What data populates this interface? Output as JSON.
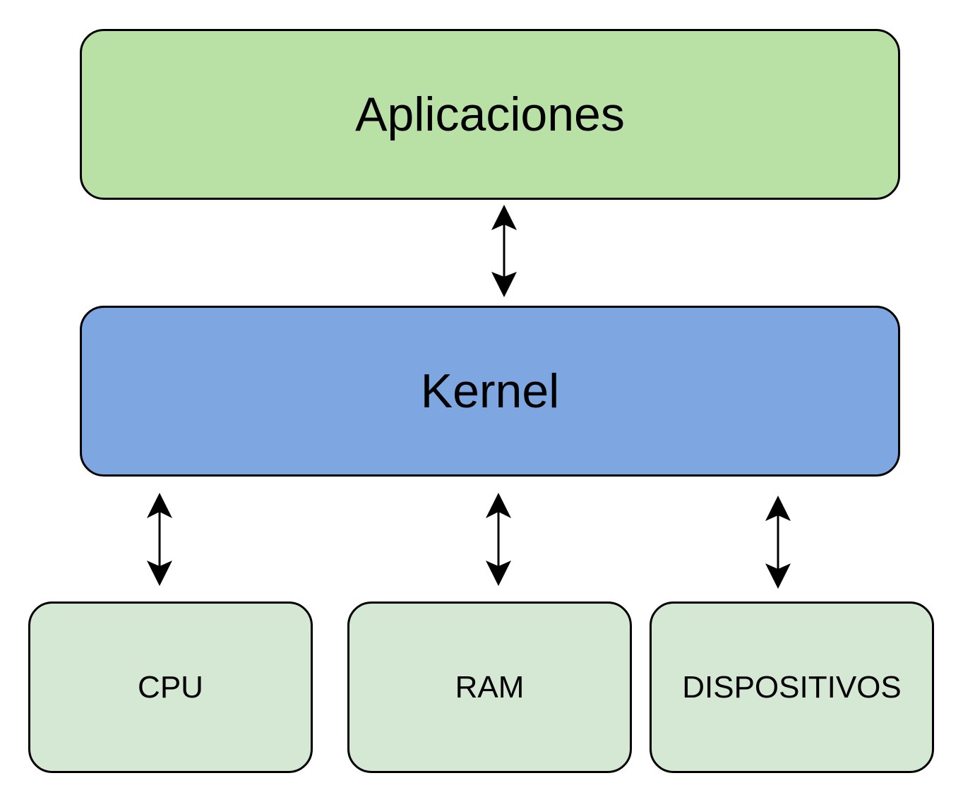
{
  "colors": {
    "apps_fill": "#b9e0a5",
    "kernel_fill": "#7ea6e0",
    "hardware_fill": "#d5e8d4",
    "stroke": "#000000"
  },
  "diagram": {
    "top_layer": {
      "label": "Aplicaciones"
    },
    "middle_layer": {
      "label": "Kernel"
    },
    "hardware": [
      {
        "label": "CPU"
      },
      {
        "label": "RAM"
      },
      {
        "label": "DISPOSITIVOS"
      }
    ],
    "connections": [
      {
        "from": "Aplicaciones",
        "to": "Kernel",
        "direction": "bidirectional"
      },
      {
        "from": "Kernel",
        "to": "CPU",
        "direction": "bidirectional"
      },
      {
        "from": "Kernel",
        "to": "RAM",
        "direction": "bidirectional"
      },
      {
        "from": "Kernel",
        "to": "DISPOSITIVOS",
        "direction": "bidirectional"
      }
    ]
  }
}
